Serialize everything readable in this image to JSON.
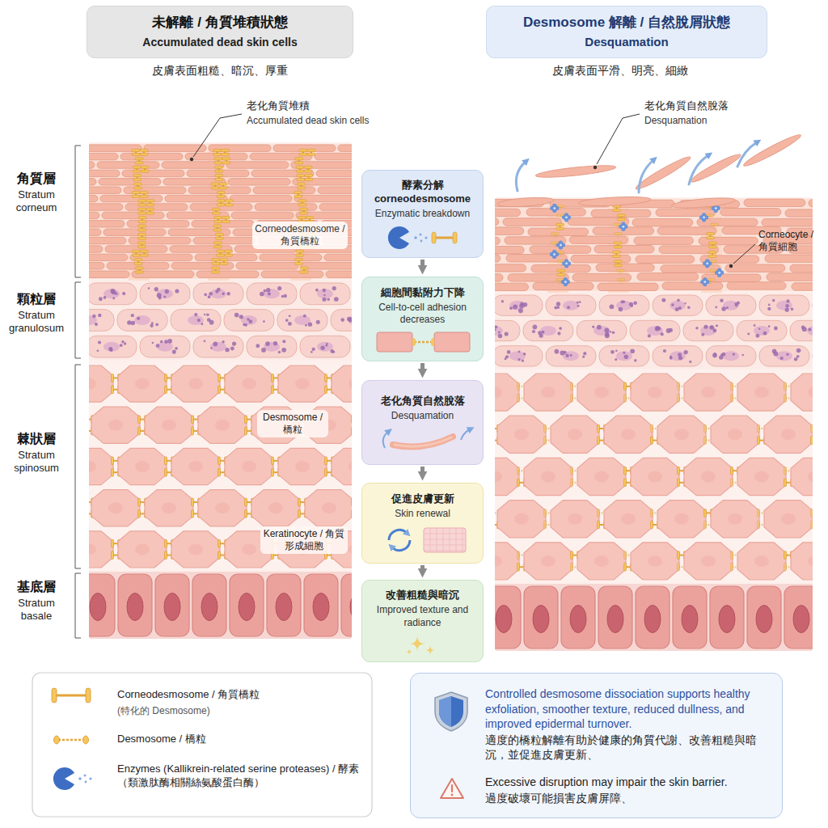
{
  "diagram": {
    "nodes": [
      {
        "text": [
          "未解離 / 角質堆積狀態",
          "Accumulated dead skin cells"
        ]
      },
      {
        "text": [
          "Desmosome 解離 / 自然脫屑狀態",
          "Desquamation"
        ]
      },
      {
        "text": [
          "酵素分解 corneodesmosome",
          "Enzymatic breakdown"
        ]
      },
      {
        "text": [
          "細胞間黏附力下降",
          "Cell-to-cell adhesion decreases"
        ]
      },
      {
        "text": [
          "老化角質自然脫落",
          "Desquamation"
        ]
      },
      {
        "text": [
          "促進皮膚更新",
          "Skin renewal"
        ]
      },
      {
        "text": [
          "改善粗糙與暗沉",
          "Improved texture and radiance"
        ]
      },
      {
        "text": [
          "Controlled desmosome dissociation supports healthy exfoliation, smoother texture, reduced dullness, and improved epidermal turnover.",
          "適度的橋粒解離有助於健康的角質代謝、改善粗糙與暗沉，並促進皮膚更新、",
          "Excessive disruption may impair the skin barrier.",
          "過度破壞可能損害皮膚屏障、"
        ]
      }
    ],
    "edges": [
      {
        "from": 2,
        "to": 3,
        "arrow": "to"
      },
      {
        "from": 3,
        "to": 4,
        "arrow": "to"
      },
      {
        "from": 4,
        "to": 5,
        "arrow": "to"
      },
      {
        "from": 5,
        "to": 6,
        "arrow": "to"
      }
    ],
    "labels": [
      "皮膚表面粗糙、暗沉、厚重",
      "皮膚表面平滑、明亮、細緻",
      "老化角質堆積",
      "Accumulated dead skin cells",
      "老化角質自然脫落",
      "Desquamation",
      "角質層",
      "Stratum corneum",
      "顆粒層",
      "Stratum granulosum",
      "棘狀層",
      "Stratum spinosum",
      "基底層",
      "Stratum basale",
      "Corneodesmosome / 角質橋粒",
      "Desmosome / 橋粒",
      "Keratinocyte / 角質形成細胞",
      "Corneocyte / 角質細胞",
      "(特化的 Desmosome)"
    ],
    "legend": [
      {
        "text": "Corneodesmosome / 角質橋粒"
      },
      {
        "text": "Desmosome / 橋粒"
      },
      {
        "text": "Enzymes (Kallikrein-related serine proteases) / 酵素（類激肽酶相關絲氨酸蛋白酶）"
      }
    ]
  }
}
